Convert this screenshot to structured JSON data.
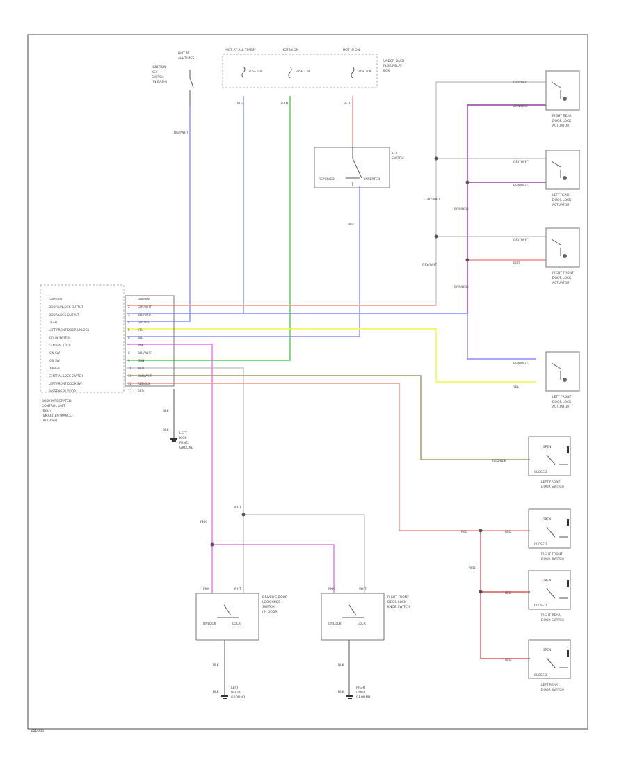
{
  "colors": {
    "blue": "#8a8cf5",
    "green": "#46d246",
    "red": "#f48b8b",
    "purple": "#9a3ca6",
    "yellow": "#f4f447",
    "magenta": "#f06ff0",
    "olive": "#a39660",
    "gray": "#bdbdbd",
    "redDark": "#e05454"
  },
  "module": {
    "title_lines": [
      "BODY INTEGRATED",
      "CONTROL UNIT",
      "(BCU)",
      "(SMART ENTRANCE)",
      "(IN DASH)"
    ],
    "terminals": [
      {
        "name": "GROUND",
        "pin": "1",
        "wire": "BLK/BRN"
      },
      {
        "name": "DOOR UNLOCK OUTPUT",
        "pin": "2",
        "wire": "GRY/WHT"
      },
      {
        "name": "DOOR LOCK OUTPUT",
        "pin": "3",
        "wire": "BLU/GRN"
      },
      {
        "name": "LIGHT",
        "pin": "4",
        "wire": "GRY/YEL"
      },
      {
        "name": "LEFT FRONT DOOR UNLOCK",
        "pin": "5",
        "wire": "YEL"
      },
      {
        "name": "KEY IN SWITCH",
        "pin": "6",
        "wire": "BLU"
      },
      {
        "name": "CENTRAL LOCK",
        "pin": "7",
        "wire": "PNK"
      },
      {
        "name": "IGN SW",
        "pin": "8",
        "wire": "BLU/WHT"
      },
      {
        "name": "IGN SW",
        "pin": "9",
        "wire": "GRN"
      },
      {
        "name": "DRIVER",
        "pin": "10",
        "wire": "WHT"
      },
      {
        "name": "CENTRAL LOCK SWITCH",
        "pin": "11",
        "wire": "BRN/WHT"
      },
      {
        "name": "LEFT FRONT DOOR SW",
        "pin": "12",
        "wire": "RED/BLK"
      },
      {
        "name": "PASSENGER DOOR",
        "pin": "13",
        "wire": "RED"
      }
    ],
    "ground_wire": "BLK",
    "ground_label_lines": [
      "LEFT",
      "KICK",
      "PANEL",
      "GROUND"
    ]
  },
  "fuse_box": {
    "labels": [
      "HOT AT ALL TIMES",
      "HOT IN ON",
      "HOT IN ON"
    ],
    "fuses": [
      "FUSE 10A",
      "FUSE 7.5A",
      "FUSE 10A"
    ],
    "caption_lines": [
      "UNDER-DASH",
      "FUSE/RELAY",
      "BOX"
    ],
    "wires": [
      "BLU",
      "GRN",
      "RED"
    ]
  },
  "key_switch": {
    "label_lines": [
      "HOT AT",
      "ALL TIMES"
    ],
    "caption_lines": [
      "IGNITION",
      "KEY",
      "SWITCH",
      "(IN DASH)"
    ],
    "wire": "BLU/WHT"
  },
  "key_cylinder": {
    "caption_lines": [
      "KEY",
      "SWITCH"
    ],
    "positions": [
      "REMOVED",
      "INSERTED"
    ],
    "wire": "BLU"
  },
  "door_actuators": [
    {
      "caption_lines": [
        "RIGHT REAR",
        "DOOR LOCK",
        "ACTUATOR"
      ],
      "wire_top": "GRY/WHT",
      "wire_bottom": "BRN/RED"
    },
    {
      "caption_lines": [
        "LEFT REAR",
        "DOOR LOCK",
        "ACTUATOR"
      ],
      "wire_top": "GRY/WHT",
      "wire_bottom": "BRN/RED"
    },
    {
      "caption_lines": [
        "RIGHT FRONT",
        "DOOR LOCK",
        "ACTUATOR"
      ],
      "wire_top": "GRY/WHT",
      "wire_bottom": "RED"
    },
    {
      "caption_lines": [
        "LEFT FRONT",
        "DOOR LOCK",
        "ACTUATOR"
      ],
      "wire_top": "BRN/RED",
      "wire_bottom": "YEL"
    }
  ],
  "actuator_mid_wires": [
    "GRY/WHT",
    "BRN/RED"
  ],
  "door_switches": [
    {
      "caption_lines": [
        "LEFT FRONT",
        "DOOR SWITCH"
      ],
      "wire": "RED/BLK",
      "state": "CLOSED",
      "state_open": "OPEN"
    },
    {
      "caption_lines": [
        "RIGHT FRONT",
        "DOOR SWITCH"
      ],
      "wire": "RED",
      "state": "CLOSED",
      "state_open": "OPEN"
    },
    {
      "caption_lines": [
        "RIGHT REAR",
        "DOOR SWITCH"
      ],
      "wire": "RED",
      "state": "CLOSED",
      "state_open": "OPEN"
    },
    {
      "caption_lines": [
        "LEFT REAR",
        "DOOR SWITCH"
      ],
      "wire": "RED",
      "state": "CLOSED",
      "state_open": "OPEN"
    }
  ],
  "door_switch_bus_wire": "RED",
  "lock_switches": [
    {
      "caption_lines": [
        "DRIVER'S DOOR",
        "LOCK KNOB",
        "SWITCH",
        "(IN DOOR)"
      ],
      "positions": [
        "UNLOCK",
        "LOCK"
      ],
      "pins": [
        "PNK",
        "WHT"
      ],
      "ground_wire": "BLK",
      "ground_label_lines": [
        "LEFT",
        "DOOR",
        "GROUND"
      ]
    },
    {
      "caption_lines": [
        "RIGHT FRONT",
        "DOOR LOCK",
        "KNOB SWITCH"
      ],
      "positions": [
        "UNLOCK",
        "LOCK"
      ],
      "pins": [
        "PNK",
        "WHT"
      ],
      "ground_wire": "BLK",
      "ground_label_lines": [
        "RIGHT",
        "DOOR",
        "GROUND"
      ]
    }
  ],
  "splice_wires": [
    "PNK",
    "WHT"
  ],
  "footer": "Z10085"
}
